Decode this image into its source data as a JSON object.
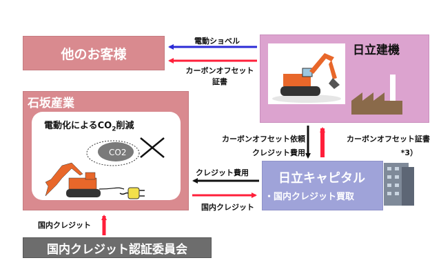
{
  "nodes": {
    "customers": "他のお客様",
    "hitachi_cm": "日立建機",
    "ishizaka": "石坂産業",
    "hitachi_capital": "日立キャピタル",
    "hitachi_capital_role": "・国内クレジット買取",
    "committee": "国内クレジット認証委員会"
  },
  "ishizaka_box": {
    "reduction_prefix": "電動化による",
    "reduction_co": "CO",
    "reduction_sub": "2",
    "reduction_suffix": "削減",
    "cloud_text": "CO2"
  },
  "edges": {
    "electric_excavator": "電動ショベル",
    "offset_cert_line1": "カーボンオフセット",
    "offset_cert_line2": "証書",
    "request_line1": "カーボンオフセット依頼",
    "request_line2": "クレジット費用",
    "cert_right_line1": "カーボンオフセット証書",
    "cert_right_line2": "*3）",
    "credit_fee": "クレジット費用",
    "domestic_credit_right": "国内クレジット",
    "domestic_credit_left": "国内クレジット"
  },
  "colors": {
    "red_arrow": "#ff1f3a",
    "blue_arrow": "#2b2bd6",
    "black_arrow": "#111111",
    "customers_fill": "#d98a8f",
    "hcm_fill": "#dca3cf",
    "capital_fill": "#9fa3d9",
    "committee_fill": "#6d6d6d",
    "excavator": "#e8672a"
  }
}
